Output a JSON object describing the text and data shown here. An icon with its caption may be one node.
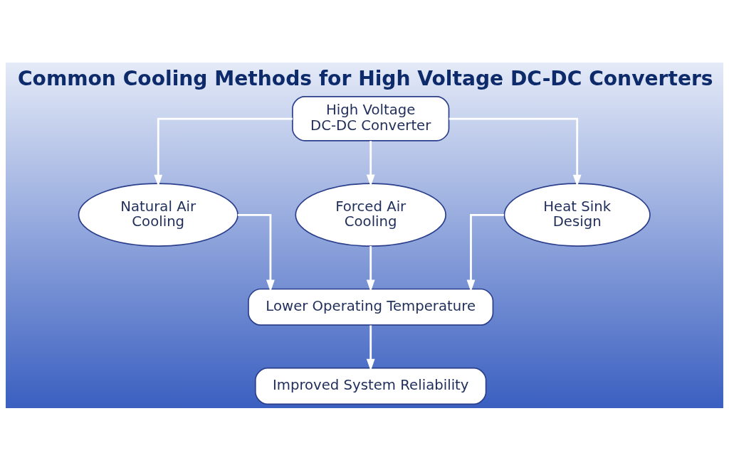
{
  "diagram": {
    "title": "Common Cooling Methods for High Voltage DC-DC Converters",
    "nodes": [
      {
        "text": [
          "High Voltage DC-DC Converter"
        ]
      },
      {
        "text": [
          "Natural Air Cooling"
        ]
      },
      {
        "text": [
          "Forced Air Cooling"
        ]
      },
      {
        "text": [
          "Heat Sink Design"
        ]
      },
      {
        "text": [
          "Lower Operating Temperature"
        ]
      },
      {
        "text": [
          "Improved System Reliability"
        ]
      }
    ],
    "edges": [
      {
        "from": 0,
        "to": 1,
        "arrow": "to"
      },
      {
        "from": 0,
        "to": 2,
        "arrow": "to"
      },
      {
        "from": 0,
        "to": 3,
        "arrow": "to"
      },
      {
        "from": 1,
        "to": 4,
        "arrow": "to"
      },
      {
        "from": 2,
        "to": 4,
        "arrow": "to"
      },
      {
        "from": 3,
        "to": 4,
        "arrow": "to"
      },
      {
        "from": 4,
        "to": 5,
        "arrow": "to"
      }
    ]
  }
}
